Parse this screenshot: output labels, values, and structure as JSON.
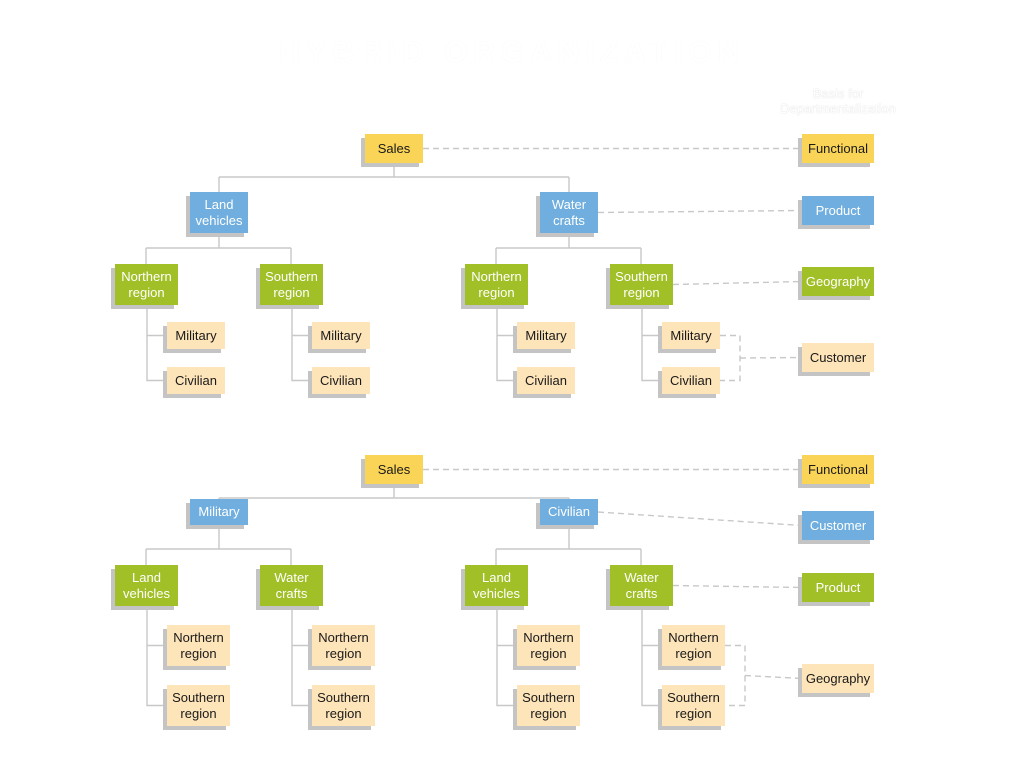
{
  "title": "HYBRID ORGANIZATION",
  "basis_label": "Basis for\nDepartmentalization",
  "colors": {
    "functional": "#f9d457",
    "product": "#6faede",
    "geography": "#a1bf26",
    "customer": "#fde4b9",
    "connector": "#c8c8c8"
  },
  "top_chart": {
    "root": "Sales",
    "l1": [
      "Land\nvehicles",
      "Water\ncrafts"
    ],
    "l2": [
      "Northern\nregion",
      "Southern\nregion",
      "Northern\nregion",
      "Southern\nregion"
    ],
    "l3": [
      "Military",
      "Civilian",
      "Military",
      "Civilian",
      "Military",
      "Civilian",
      "Military",
      "Civilian"
    ],
    "legend": [
      "Functional",
      "Product",
      "Geography",
      "Customer"
    ]
  },
  "bottom_chart": {
    "root": "Sales",
    "l1": [
      "Military",
      "Civilian"
    ],
    "l2": [
      "Land\nvehicles",
      "Water\ncrafts",
      "Land\nvehicles",
      "Water\ncrafts"
    ],
    "l3": [
      "Northern\nregion",
      "Southern\nregion",
      "Northern\nregion",
      "Southern\nregion",
      "Northern\nregion",
      "Southern\nregion",
      "Northern\nregion",
      "Southern\nregion"
    ],
    "legend": [
      "Functional",
      "Customer",
      "Product",
      "Geography"
    ]
  }
}
